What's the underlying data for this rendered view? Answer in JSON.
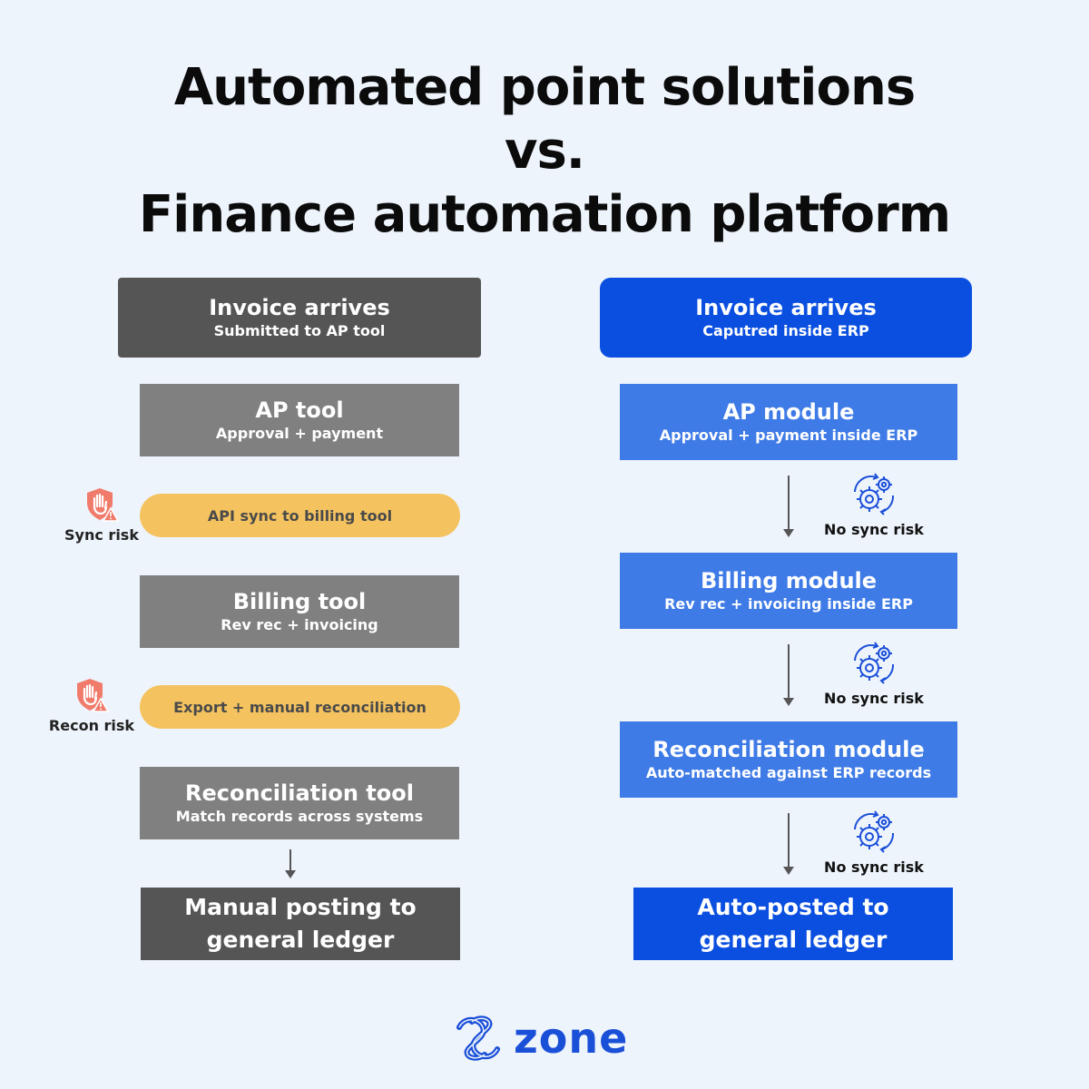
{
  "title": {
    "line1": "Automated point solutions",
    "line2": "vs.",
    "line3": "Finance automation platform"
  },
  "left": {
    "invoice": {
      "title": "Invoice arrives",
      "sub": "Submitted to AP tool"
    },
    "ap": {
      "title": "AP tool",
      "sub": "Approval + payment"
    },
    "sync_pill": "API sync to billing tool",
    "sync_risk": "Sync risk",
    "billing": {
      "title": "Billing tool",
      "sub": "Rev rec + invoicing"
    },
    "export_pill": "Export + manual reconciliation",
    "recon_risk": "Recon risk",
    "recon": {
      "title": "Reconciliation tool",
      "sub": "Match records across systems"
    },
    "posting": {
      "line1": "Manual posting to",
      "line2": "general ledger"
    }
  },
  "right": {
    "invoice": {
      "title": "Invoice arrives",
      "sub": "Caputred inside ERP"
    },
    "ap": {
      "title": "AP module",
      "sub": "Approval + payment inside ERP"
    },
    "billing": {
      "title": "Billing module",
      "sub": "Rev rec + invoicing inside ERP"
    },
    "recon": {
      "title": "Reconciliation module",
      "sub": "Auto-matched against ERP records"
    },
    "posting": {
      "line1": "Auto-posted to",
      "line2": "general ledger"
    },
    "no_sync_1": "No sync risk",
    "no_sync_2": "No sync risk",
    "no_sync_3": "No sync risk"
  },
  "logo": {
    "text": "zone"
  },
  "colors": {
    "background": "#eef4fc",
    "dark_gray": "#555555",
    "mid_gray": "#808080",
    "pill_yellow": "#f4c35f",
    "risk_red": "#f07b6a",
    "dark_blue": "#0a4fe0",
    "mid_blue": "#3f7be6",
    "logo_blue": "#1a4fd8"
  },
  "icons": {
    "risk": "hand-stop-warning-icon",
    "no_sync": "gears-sync-icon",
    "logo": "zone-logo-icon"
  }
}
